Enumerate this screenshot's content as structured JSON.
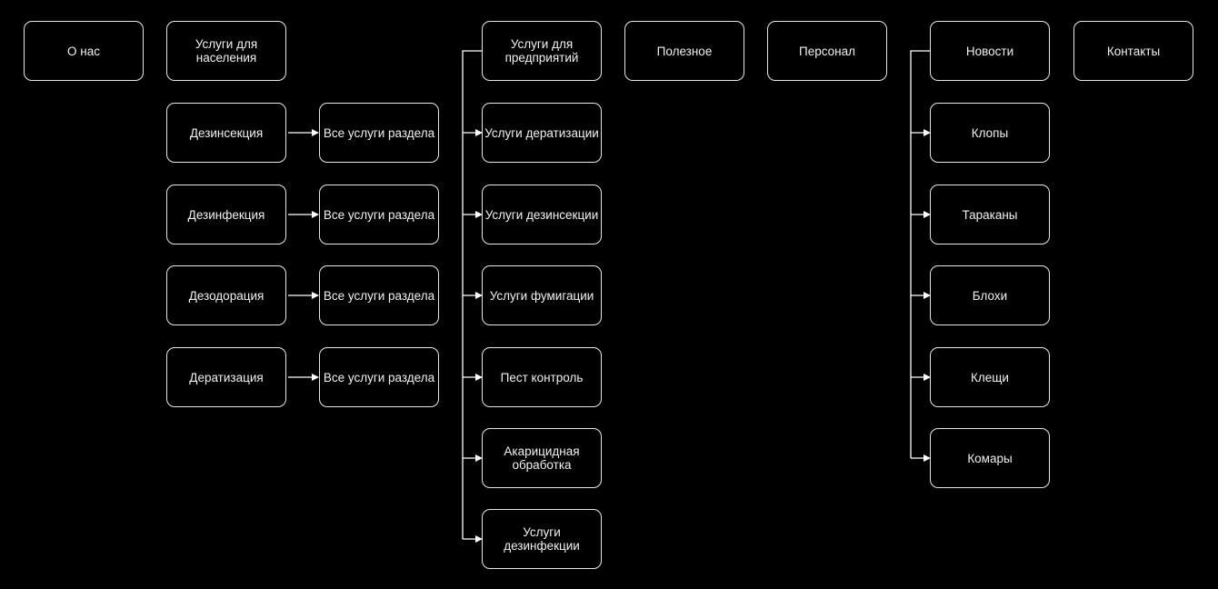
{
  "nodes": {
    "about": "О нас",
    "population": "Услуги для\nнаселения",
    "enterprise": "Услуги для\nпредприятий",
    "useful": "Полезное",
    "staff": "Персонал",
    "news": "Новости",
    "contacts": "Контакты",
    "dezinsekciya": "Дезинсекция",
    "dezinfekciya": "Дезинфекция",
    "dezodoraciya": "Дезодорация",
    "deratizaciya": "Дератизация",
    "all_1": "Все услуги раздела",
    "all_2": "Все услуги раздела",
    "all_3": "Все услуги раздела",
    "all_4": "Все услуги раздела",
    "ent_deratizacii": "Услуги дератизации",
    "ent_dezinsekcii": "Услуги дезинсекции",
    "ent_fumigacii": "Услуги фумигации",
    "ent_pest": "Пест контроль",
    "ent_akaricid": "Акарицидная\nобработка",
    "ent_dezinfekcii": "Услуги дезинфекции",
    "news_klopy": "Клопы",
    "news_tarakany": "Тараканы",
    "news_bloxi": "Блохи",
    "news_kleshchi": "Клещи",
    "news_komary": "Комары"
  }
}
